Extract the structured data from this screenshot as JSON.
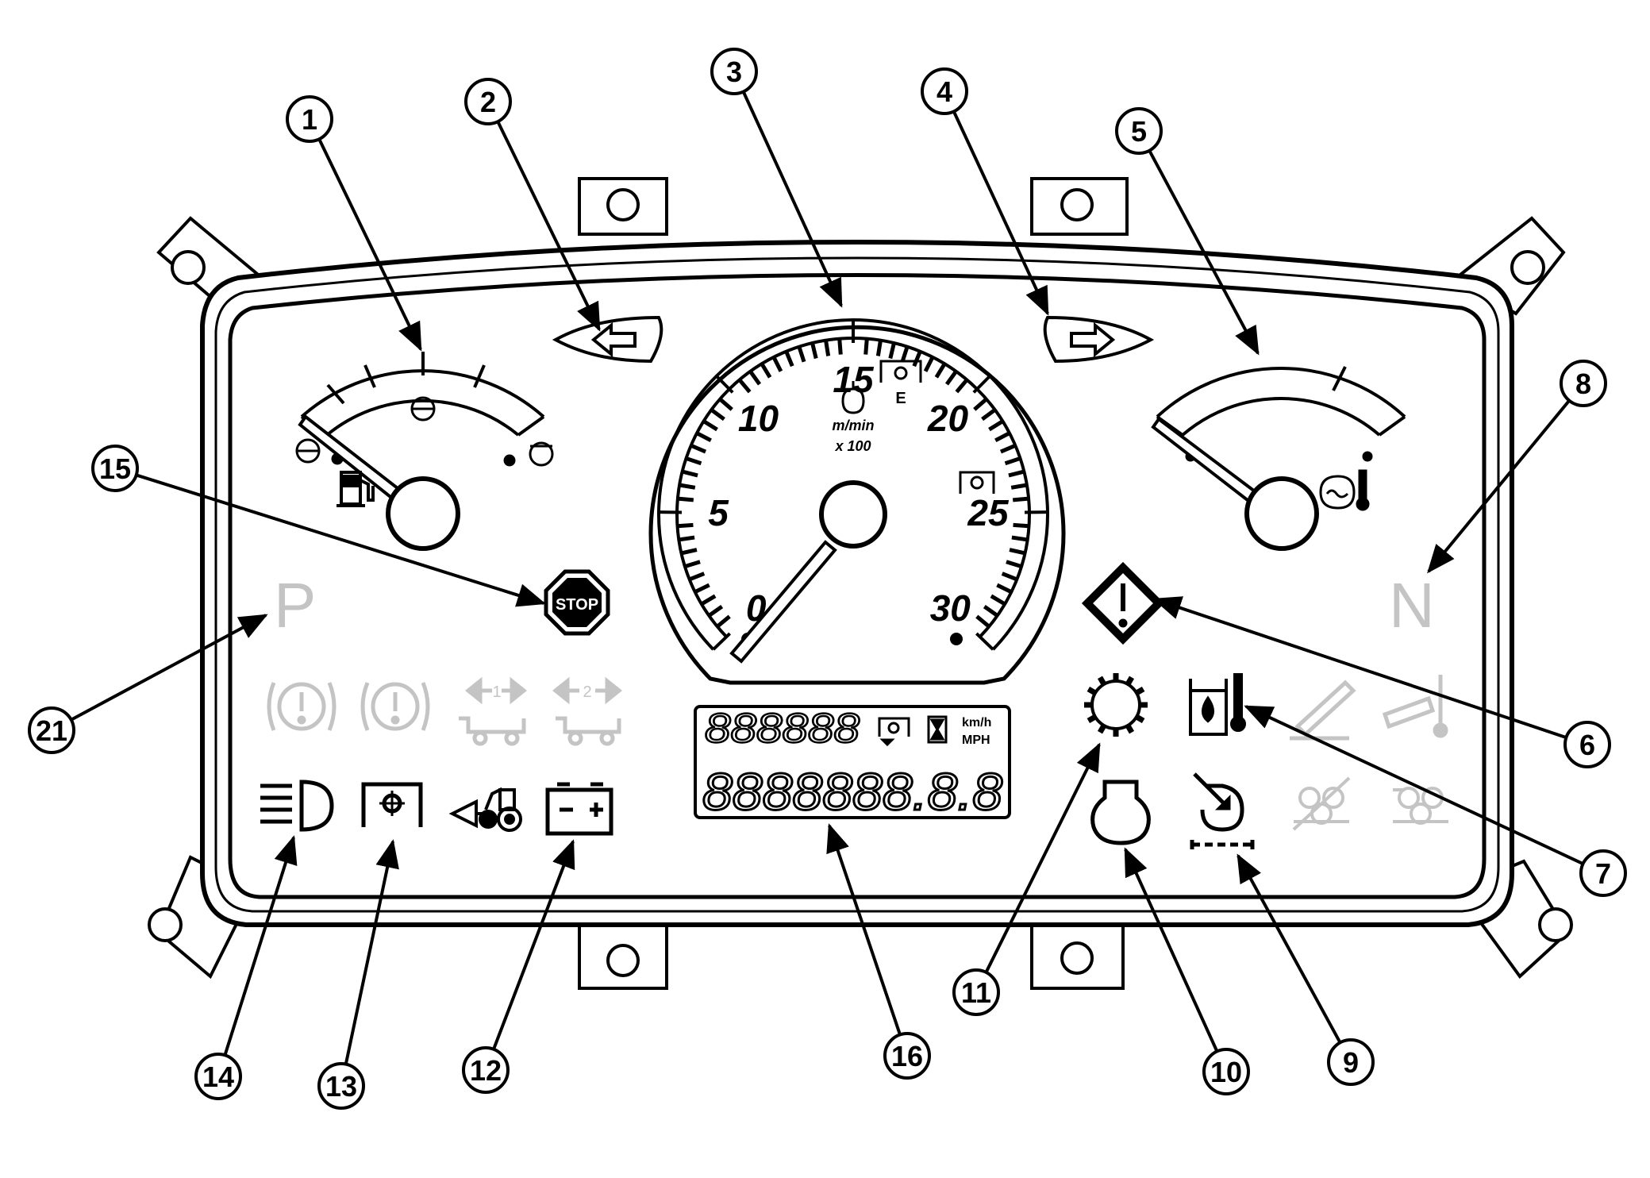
{
  "speedometer": {
    "scale": [
      "0",
      "5",
      "10",
      "15",
      "20",
      "25",
      "30"
    ],
    "unit_top": "m/min",
    "unit_bottom": "x 100",
    "eco_mark": "E"
  },
  "stop_symbol": "STOP",
  "park_letter": "P",
  "neutral_letter": "N",
  "trailer_indicator_numbers": [
    "1",
    "2"
  ],
  "lcd": {
    "unit_speed_metric": "km/h",
    "unit_speed_imperial": "MPH",
    "top_digits": "888888",
    "bottom_digits": "8888888.8.8"
  },
  "callouts": [
    "1",
    "2",
    "3",
    "4",
    "5",
    "6",
    "7",
    "8",
    "9",
    "10",
    "11",
    "12",
    "13",
    "14",
    "15",
    "16",
    "21"
  ],
  "icons": {
    "gauge_left_symbol": "fuel-pump-icon",
    "gauge_right_symbol": "coolant-temperature-icon",
    "item_2": "left-turn-signal-icon",
    "item_4": "right-turn-signal-icon",
    "item_6": "warning-diamond-icon",
    "item_7": "hydraulic-oil-temperature-icon",
    "item_9": "pto-engaged-icon",
    "item_10": "engine-oil-pressure-icon",
    "item_11": "transmission-gear-icon",
    "item_12": "battery-charge-icon",
    "item_13": "transmission-warning-icon",
    "item_14": "headlight-high-beam-icon",
    "item_15": "stop-icon"
  },
  "colors": {
    "line": "#000000",
    "inactive": "#c4c4c4",
    "background": "#ffffff"
  }
}
